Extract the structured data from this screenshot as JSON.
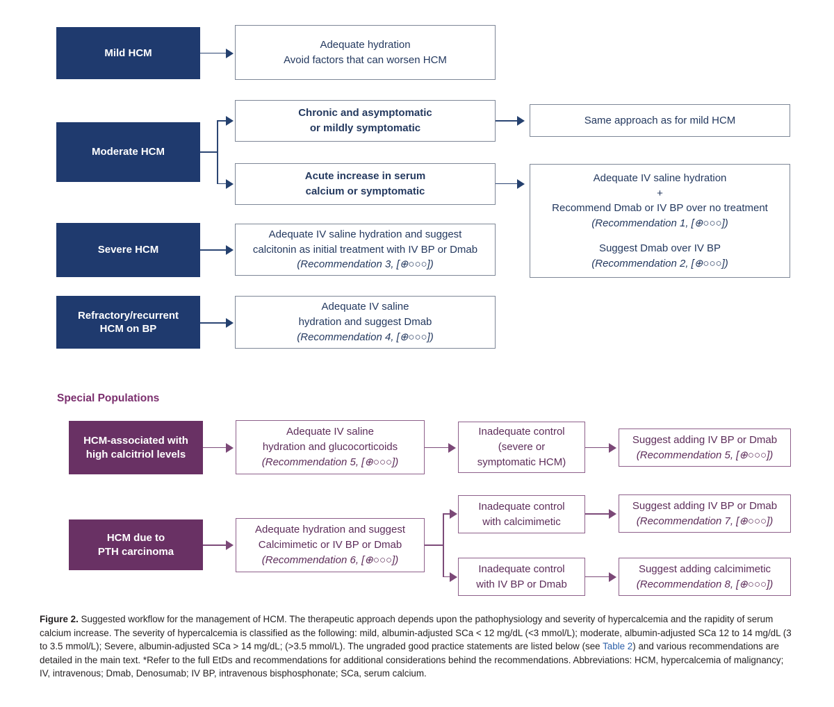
{
  "figure": {
    "label": "Figure 2.",
    "caption": " Suggested workflow for the management of HCM. The therapeutic approach depends upon the pathophysiology and severity of hypercalcemia and the rapidity of serum calcium increase. The severity of hypercalcemia is classified as the following: mild, albumin-adjusted SCa < 12 mg/dL (<3 mmol/L); moderate, albumin-adjusted SCa 12 to 14 mg/dL (3 to 3.5 mmol/L); Severe, albumin-adjusted SCa > 14 mg/dL; (>3.5 mmol/L). The ungraded good practice statements are listed below (see ",
    "link_text": "Table 2",
    "caption_after_link": ") and various recommendations are detailed in the main text. *Refer to the full EtDs and recommendations for additional considerations behind the recommendations. Abbreviations: HCM, hypercalcemia of malignancy; IV, intravenous; Dmab, Denosumab; IV BP, intravenous bisphosphonate; SCa, serum calcium."
  },
  "colors": {
    "navy_fill": "#1f3a6e",
    "purple_fill": "#693164",
    "navy_text": "#24395f",
    "purple_text": "#5d2d5a",
    "heading_purple": "#7b2f6e",
    "link_blue": "#2b5fa8",
    "box_border_grey": "#7d8696",
    "box_border_purple": "#8d5f8a"
  },
  "grading": {
    "low_certainty": "[⊕○○○]"
  },
  "main_flow": {
    "mild": {
      "category": "Mild HCM",
      "treatment_line1": "Adequate hydration",
      "treatment_line2": "Avoid factors that can worsen HCM"
    },
    "moderate": {
      "category": "Moderate HCM",
      "branch_chronic": {
        "line1": "Chronic and asymptomatic",
        "line2": "or mildly symptomatic",
        "outcome": "Same approach as for mild HCM"
      },
      "branch_acute": {
        "line1": "Acute increase in serum",
        "line2": "calcium or symptomatic",
        "outcome_line1": "Adequate IV saline hydration",
        "outcome_plus": "+",
        "outcome_line2": "Recommend Dmab or IV BP over no treatment",
        "outcome_rec1": "(Recommendation 1, [⊕○○○])",
        "outcome_line3": "Suggest Dmab over IV BP",
        "outcome_rec2": "(Recommendation 2, [⊕○○○])"
      }
    },
    "severe": {
      "category": "Severe HCM",
      "line1": "Adequate IV saline hydration and suggest",
      "line2": "calcitonin as initial treatment with IV BP or Dmab",
      "rec": "(Recommendation 3, [⊕○○○])"
    },
    "refractory": {
      "category_line1": "Refractory/recurrent",
      "category_line2": "HCM on BP",
      "line1": "Adequate IV saline",
      "line2": "hydration and suggest Dmab",
      "rec": "(Recommendation 4, [⊕○○○])"
    }
  },
  "special_populations": {
    "heading": "Special Populations",
    "calcitriol": {
      "category_line1": "HCM-associated with",
      "category_line2": "high calcitriol levels",
      "step1_line1": "Adequate IV saline",
      "step1_line2": "hydration and glucocorticoids",
      "step1_rec": "(Recommendation 5, [⊕○○○])",
      "step2_line1": "Inadequate control",
      "step2_line2": "(severe or",
      "step2_line3": "symptomatic HCM)",
      "step3_line1": "Suggest adding IV BP or Dmab",
      "step3_rec": "(Recommendation 5, [⊕○○○])"
    },
    "pth": {
      "category_line1": "HCM due to",
      "category_line2": "PTH carcinoma",
      "step1_line1": "Adequate hydration and suggest",
      "step1_line2": "Calcimimetic or IV BP or Dmab",
      "step1_rec": "(Recommendation 6, [⊕○○○])",
      "branch_a_line1": "Inadequate control",
      "branch_a_line2": "with calcimimetic",
      "branch_a_out_line1": "Suggest adding IV BP or Dmab",
      "branch_a_out_rec": "(Recommendation 7, [⊕○○○])",
      "branch_b_line1": "Inadequate control",
      "branch_b_line2": "with IV BP or Dmab",
      "branch_b_out_line1": "Suggest adding calcimimetic",
      "branch_b_out_rec": "(Recommendation 8, [⊕○○○])"
    }
  }
}
